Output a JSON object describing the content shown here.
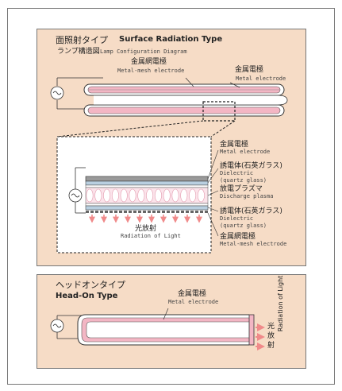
{
  "surface_type": {
    "title_jp": "面照射タイプ",
    "title_en": "Surface Radiation Type",
    "config_jp": "ランプ構造図",
    "config_en": "Lamp Configuration Diagram",
    "mesh_electrode_jp": "金属網電極",
    "mesh_electrode_en": "Metal-mesh electrode",
    "metal_electrode_jp": "金属電極",
    "metal_electrode_en": "Metal electrode"
  },
  "detail": {
    "metal_electrode_jp": "金属電極",
    "metal_electrode_en": "Metal electrode",
    "dielectric_top_jp": "誘電体(石英ガラス)",
    "dielectric_top_en1": "Dielectric",
    "dielectric_top_en2": "(quartz glass)",
    "plasma_jp": "放電プラズマ",
    "plasma_en": "Discharge plasma",
    "dielectric_bottom_jp": "誘電体(石英ガラス)",
    "dielectric_bottom_en1": "Dielectric",
    "dielectric_bottom_en2": "(quartz glass)",
    "mesh_electrode_jp": "金属網電極",
    "mesh_electrode_en": "Metal-mesh electrode",
    "radiation_jp": "光放射",
    "radiation_en": "Radiation of Light"
  },
  "headon_type": {
    "title_jp": "ヘッドオンタイプ",
    "title_en": "Head-On Type",
    "metal_electrode_jp": "金属電極",
    "metal_electrode_en": "Metal electrode",
    "radiation_en": "Radiation of Light",
    "radiation_jp_1": "光",
    "radiation_jp_2": "放",
    "radiation_jp_3": "射"
  },
  "colors": {
    "panel_bg": "#f6dcc6",
    "pink": "#f3b6c4",
    "arrow": "#f08a8a",
    "outline": "#333333"
  }
}
